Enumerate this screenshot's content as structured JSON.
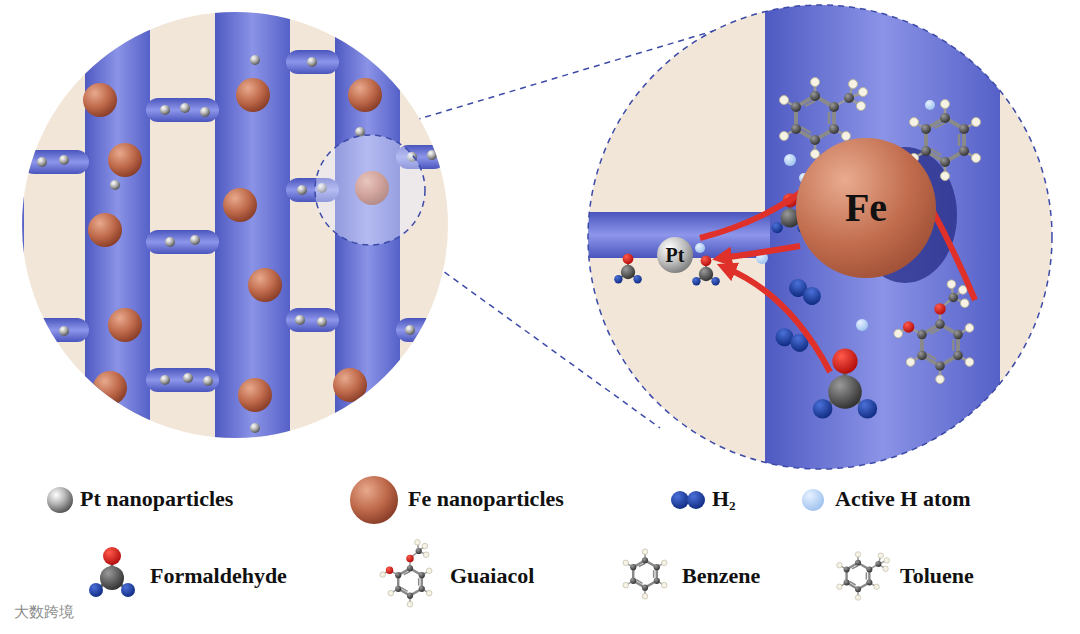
{
  "diagram": {
    "nodes": [
      {
        "text": [
          "Pt"
        ]
      },
      {
        "text": [
          "Fe"
        ]
      }
    ],
    "edges": [],
    "labels": [
      "大数跨境"
    ],
    "legend": [
      {
        "text": "Pt nanoparticles"
      },
      {
        "text": "Fe nanoparticles"
      },
      {
        "text": "H₂"
      },
      {
        "text": "Active H atom"
      },
      {
        "text": "Formaldehyde"
      },
      {
        "text": "Guaiacol"
      },
      {
        "text": "Benzene"
      },
      {
        "text": "Toluene"
      }
    ]
  }
}
